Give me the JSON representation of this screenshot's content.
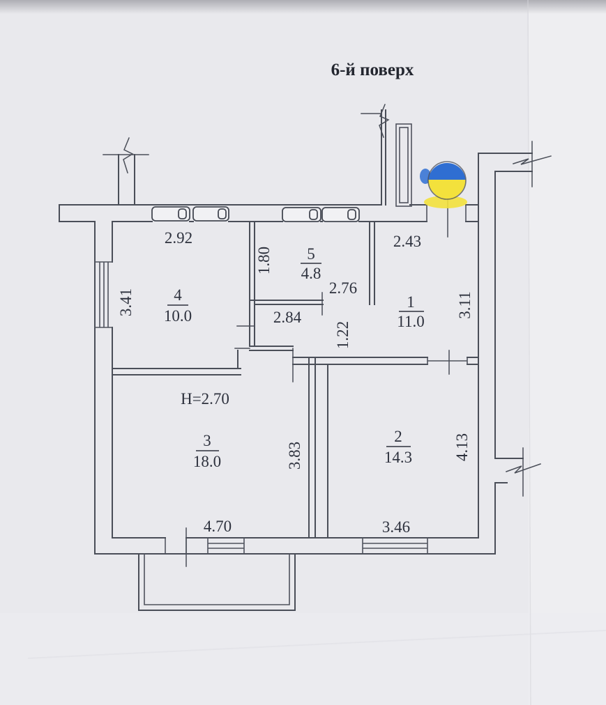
{
  "title": "6-й поверх",
  "plan": {
    "ceiling_height_label": "H=2.70",
    "rooms": [
      {
        "number": "1",
        "area": "11.0"
      },
      {
        "number": "2",
        "area": "14.3"
      },
      {
        "number": "3",
        "area": "18.0"
      },
      {
        "number": "4",
        "area": "10.0"
      },
      {
        "number": "5",
        "area": "4.8"
      }
    ],
    "dimensions": {
      "room4_width_top": "2.92",
      "room4_height_left": "3.41",
      "room5_height_left": "1.80",
      "room5_width_bottom": "2.76",
      "hall_width": "2.84",
      "room1_width_top": "2.43",
      "room1_height_right": "3.11",
      "hall_passage_height": "1.22",
      "room3_width_bottom": "4.70",
      "room3_height_right": "3.83",
      "room2_width_bottom": "3.46",
      "room2_height_right": "4.13"
    },
    "colors": {
      "flag_blue": "#2f6ed2",
      "flag_yellow": "#f3e13c",
      "ink": "#4a4e58",
      "paper": "#e9e9ed"
    }
  }
}
